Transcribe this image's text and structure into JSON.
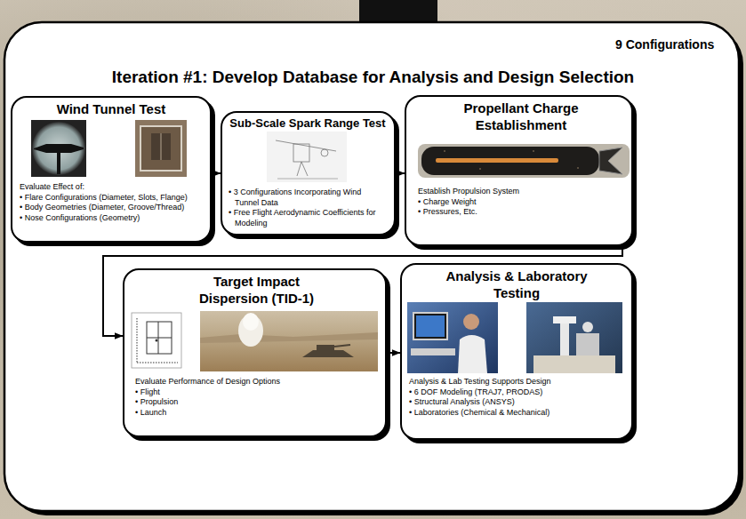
{
  "diagram": {
    "title": "Iteration #1: Develop Database for Analysis and Design Selection",
    "nodes": [
      {
        "text": [
          "Wind Tunnel Test",
          "Evaluate Effect of:",
          "• Flare Configurations (Diameter, Slots, Flange)",
          "• Body Geometries (Diameter, Groove/Thread)",
          "• Nose Configurations (Geometry)"
        ]
      },
      {
        "text": [
          "Sub-Scale Spark Range Test",
          "• 3 Configurations Incorporating Wind Tunnel Data",
          "• Free Flight Aerodynamic Coefficients for Modeling"
        ]
      },
      {
        "text": [
          "Propellant Charge Establishment",
          "Establish Propulsion System",
          "• Charge Weight",
          "• Pressures, Etc."
        ]
      },
      {
        "text": [
          "Target Impact Dispersion (TID-1)",
          "Evaluate Performance of Design Options",
          "• Flight",
          "• Propulsion",
          "• Launch"
        ]
      },
      {
        "text": [
          "Analysis & Laboratory Testing",
          "Analysis & Lab Testing Supports Design",
          "• 6 DOF Modeling (TRAJ7, PRODAS)",
          "• Structural Analysis (ANSYS)",
          "• Laboratories (Chemical & Mechanical)"
        ]
      }
    ],
    "edges": [
      {
        "from": 0,
        "to": 1,
        "arrow": "to"
      },
      {
        "from": 1,
        "to": 2,
        "arrow": "to"
      },
      {
        "from": 2,
        "to": 3,
        "arrow": "to"
      },
      {
        "from": 3,
        "to": 4,
        "arrow": "to"
      }
    ],
    "labels": [
      "9 Configurations"
    ]
  }
}
